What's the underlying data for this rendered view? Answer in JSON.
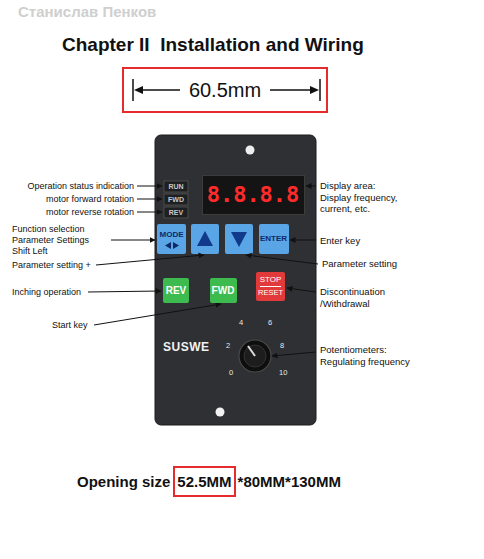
{
  "diagram": {
    "title": "Chapter II  Installation and Wiring",
    "nodes": [
      {
        "text": [
          "60.5mm"
        ]
      },
      {
        "text": [
          "SUSWE"
        ]
      },
      {
        "text": [
          "8.8.8.8"
        ],
        "in": 1
      },
      {
        "text": [
          "MODE"
        ],
        "in": 1
      },
      {
        "text": [
          "ENTER"
        ],
        "in": 1
      },
      {
        "text": [
          "REV"
        ],
        "in": 1
      },
      {
        "text": [
          "FWD"
        ],
        "in": 1
      },
      {
        "text": [
          "STOP",
          "RESET"
        ],
        "in": 1
      },
      {
        "text": [
          "52.5MM"
        ]
      }
    ],
    "labels": [
      "Станислав Пенков",
      "Operation status indication",
      "motor forward rotation",
      "motor reverse rotation",
      "RUN",
      "FWD",
      "REV",
      "Display area: Display frequency, current, etc.",
      "Function selection Parameter Settings Shift Left",
      "Enter key",
      "Parameter setting +",
      "Parameter setting",
      "Inching operation",
      "Discontinuation /Withdrawal",
      "Start key",
      "4",
      "6",
      "2",
      "8",
      "0",
      "10",
      "Potentiometers: Regulating frequency",
      "Opening size",
      "*80MM*130MM"
    ]
  }
}
